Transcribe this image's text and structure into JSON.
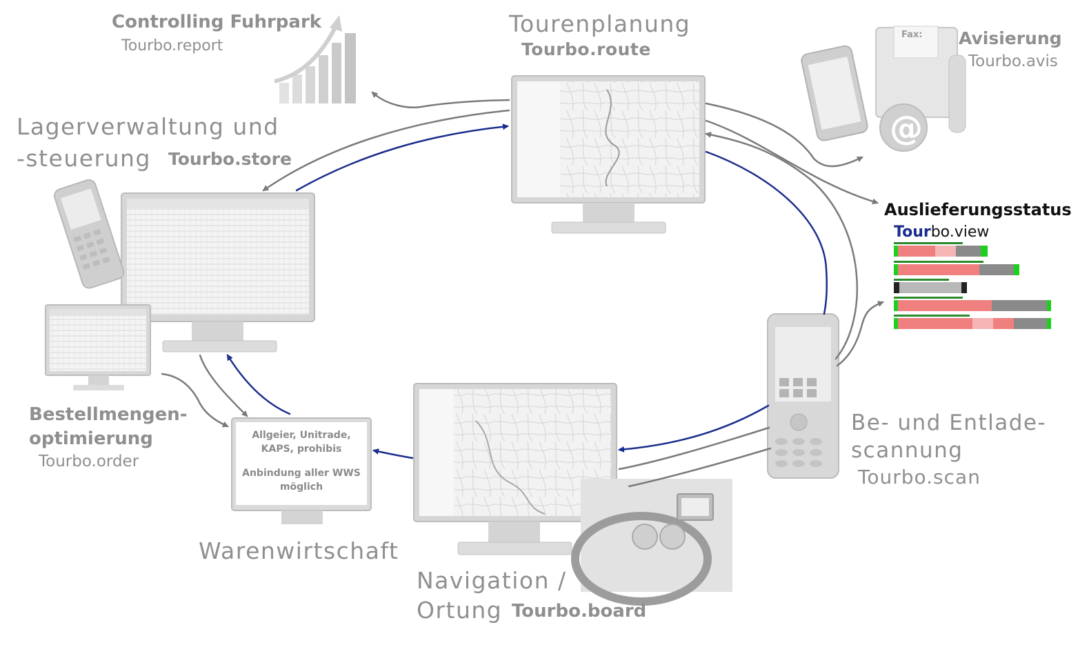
{
  "labels": {
    "controlling_title": "Controlling Fuhrpark",
    "controlling_sub": "Tourbo.report",
    "tourenplanung_title": "Tourenplanung",
    "tourenplanung_sub": "Tourbo.route",
    "avisierung_title": "Avisierung",
    "avisierung_sub": "Tourbo.avis",
    "lager_line1": "Lagerverwaltung und",
    "lager_line2": "-steuerung",
    "lager_sub": "Tourbo.store",
    "auslieferung_title": "Auslieferungsstatus",
    "auslieferung_sub_prefix": "Tour",
    "auslieferung_sub_rest": "bo.view",
    "bestell_line1": "Bestellmengen-",
    "bestell_line2": "optimierung",
    "bestell_sub": "Tourbo.order",
    "scan_line1": "Be- und Entlade-",
    "scan_line2": "scannung",
    "scan_sub": "Tourbo.scan",
    "wws_title": "Warenwirtschaft",
    "nav_line1": "Navigation /",
    "nav_line2": "Ortung",
    "nav_sub": "Tourbo.board"
  },
  "wws_box": {
    "line1": "Allgeier, Unitrade, KAPS, prohibis",
    "line2": "Anbindung aller WWS möglich"
  },
  "fax_label": "Fax:",
  "colors": {
    "gray_arrow": "#7a7a7a",
    "blue_arrow": "#1a2d8c",
    "label_gray": "#8f8f8f",
    "status_green": "#1ed01e",
    "status_red": "#f08080",
    "status_gray": "#8a8a8a"
  }
}
